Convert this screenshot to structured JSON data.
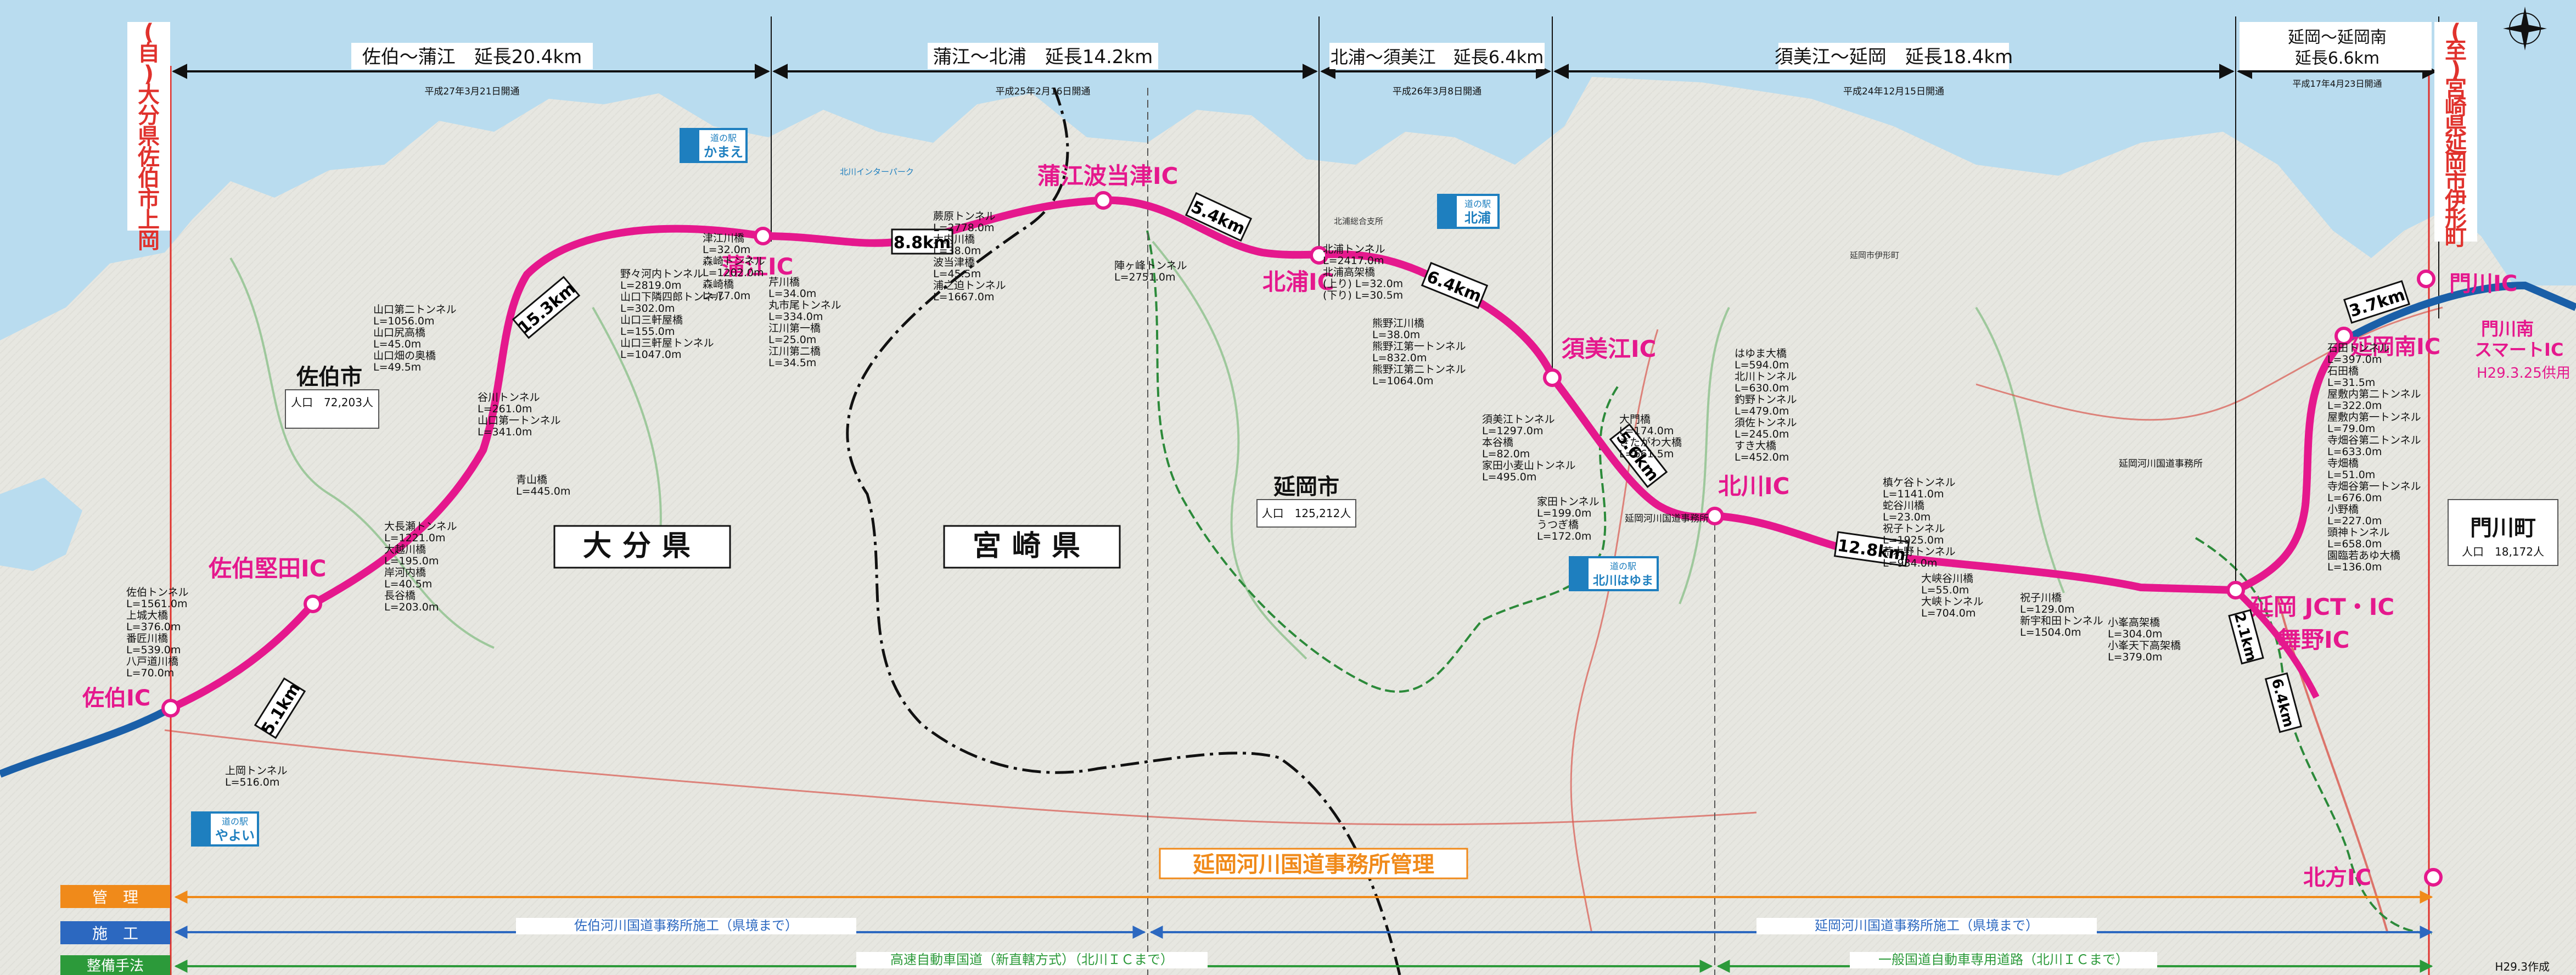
{
  "colors": {
    "sea": "#b9dcef",
    "land": "#e7e7e1",
    "expressway": "#e5188d",
    "existing": "#1a5fa8",
    "route": "#1e9646",
    "border_red": "#e0322d",
    "ic_label": "#e5188d",
    "dim_line": "#111111",
    "city_border": "#2c8a3a",
    "orange": "#f08a1a",
    "blue_bar": "#2c68c0",
    "green_bar": "#2c9a3a"
  },
  "boundary_labels": {
    "west": "(自)大分県佐伯市上岡",
    "east": "(至)宮崎県延岡市伊形町"
  },
  "segments": [
    {
      "label": "佐伯〜蒲江　延長20.4km",
      "opened": "平成27年3月21日開通"
    },
    {
      "label": "蒲江〜北浦　延長14.2km",
      "opened": "平成25年2月16日開通"
    },
    {
      "label": "北浦〜須美江　延長6.4km",
      "opened": "平成26年3月8日開通"
    },
    {
      "label": "須美江〜延岡　延長18.4km",
      "opened": "平成24年12月15日開通"
    },
    {
      "label": "延岡〜延岡南\n延長6.6km",
      "opened": "平成17年4月23日開通"
    }
  ],
  "interchanges": [
    {
      "name": "佐伯IC"
    },
    {
      "name": "佐伯堅田IC"
    },
    {
      "name": "蒲江IC"
    },
    {
      "name": "蒲江波当津IC"
    },
    {
      "name": "北浦IC"
    },
    {
      "name": "須美江IC"
    },
    {
      "name": "北川IC"
    },
    {
      "name": "延岡 JCT・IC"
    },
    {
      "name": "舞野IC"
    },
    {
      "name": "延岡南IC"
    },
    {
      "name": "門川IC"
    },
    {
      "name": "門川南\nスマートIC"
    },
    {
      "name": "北方IC"
    }
  ],
  "smart_ic_note": "H29.3.25供用",
  "distance_badges": [
    "5.1km",
    "15.3km",
    "8.8km",
    "5.4km",
    "6.4km",
    "5.6km",
    "12.8km",
    "2.1km",
    "6.4km",
    "3.7km"
  ],
  "prefectures": {
    "oita": "大分県",
    "miyazaki": "宮崎県"
  },
  "cities": [
    {
      "name": "佐伯市",
      "pop": "人口　72,203人"
    },
    {
      "name": "延岡市",
      "pop": "人口　125,212人"
    },
    {
      "name": "門川町",
      "pop": "人口　18,172人"
    }
  ],
  "michi_no_eki": [
    {
      "small": "道の駅",
      "name": "かまえ"
    },
    {
      "small": "道の駅",
      "name": "北浦"
    },
    {
      "small": "道の駅",
      "name": "北川はゆま"
    },
    {
      "small": "道の駅",
      "name": "やよい"
    }
  ],
  "structures": [
    {
      "group": "sa1",
      "items": [
        "佐伯トンネル",
        "L=1561.0m",
        "上城大橋",
        "L=376.0m",
        "番匠川橋",
        "L=539.0m",
        "八戸道川橋",
        "L=70.0m"
      ]
    },
    {
      "group": "sa2",
      "items": [
        "上岡トンネル",
        "L=516.0m"
      ]
    },
    {
      "group": "sa3",
      "items": [
        "大長瀬トンネル",
        "L=1221.0m",
        "大越川橋",
        "L=195.0m",
        "岸河内橋",
        "L=40.5m",
        "長谷橋",
        "L=203.0m"
      ]
    },
    {
      "group": "sa4",
      "items": [
        "青山橋",
        "L=445.0m"
      ]
    },
    {
      "group": "sa5",
      "items": [
        "谷川トンネル",
        "L=261.0m",
        "山口第一トンネル",
        "L=341.0m"
      ]
    },
    {
      "group": "sa6",
      "items": [
        "山口第二トンネル",
        "L=1056.0m",
        "山口尻高橋",
        "L=45.0m",
        "山口畑の奥橋",
        "L=49.5m"
      ]
    },
    {
      "group": "sa7",
      "items": [
        "野々河内トンネル",
        "L=2819.0m",
        "山口下隣四郎トンネル",
        "L=302.0m",
        "山口三軒屋橋",
        "L=155.0m",
        "山口三軒屋トンネル",
        "L=1047.0m"
      ]
    },
    {
      "group": "ka1",
      "items": [
        "津江川橋",
        "L=32.0m",
        "森崎トンネル",
        "L=1202.0m",
        "森崎橋",
        "L=77.0m"
      ]
    },
    {
      "group": "ka2",
      "items": [
        "芹川橋",
        "L=34.0m",
        "丸市尾トンネル",
        "L=334.0m",
        "江川第一橋",
        "L=25.0m",
        "江川第二橋",
        "L=34.5m"
      ]
    },
    {
      "group": "ka3",
      "items": [
        "蕨原トンネル",
        "L=2778.0m",
        "大内川橋",
        "L=38.0m",
        "波当津橋",
        "L=45.5m",
        "浦之迫トンネル",
        "L=1667.0m"
      ]
    },
    {
      "group": "ka4",
      "items": [
        "陣ヶ峰トンネル",
        "L=2751.0m"
      ]
    },
    {
      "group": "ki1",
      "items": [
        "北浦トンネル",
        "L=2417.0m",
        "北浦高架橋",
        "(上り) L=32.0m",
        "(下り) L=30.5m"
      ]
    },
    {
      "group": "ki2",
      "items": [
        "熊野江川橋",
        "L=38.0m",
        "熊野江第一トンネル",
        "L=832.0m",
        "熊野江第二トンネル",
        "L=1064.0m"
      ]
    },
    {
      "group": "su1",
      "items": [
        "須美江トンネル",
        "L=1297.0m",
        "本谷橋",
        "L=82.0m",
        "家田小麦山トンネル",
        "L=495.0m"
      ]
    },
    {
      "group": "su2",
      "items": [
        "家田トンネル",
        "L=199.0m",
        "うつぎ橋",
        "L=172.0m"
      ]
    },
    {
      "group": "su3",
      "items": [
        "大門橋",
        "L=174.0m",
        "きたがわ大橋",
        "L=661.5m"
      ]
    },
    {
      "group": "su4",
      "items": [
        "はゆま大橋",
        "L=594.0m",
        "北川トンネル",
        "L=630.0m",
        "釣野トンネル",
        "L=479.0m",
        "須佐トンネル",
        "L=245.0m",
        "すき大橋",
        "L=452.0m"
      ]
    },
    {
      "group": "no1",
      "items": [
        "槙ケ谷トンネル",
        "L=1141.0m",
        "蛇谷川橋",
        "L=23.0m",
        "祝子トンネル",
        "L=1925.0m",
        "荒木野トンネル",
        "L=934.0m"
      ]
    },
    {
      "group": "no2",
      "items": [
        "大峡谷川橋",
        "L=55.0m",
        "大峡トンネル",
        "L=704.0m"
      ]
    },
    {
      "group": "no3",
      "items": [
        "祝子川橋",
        "L=129.0m",
        "新宇和田トンネル",
        "L=1504.0m"
      ]
    },
    {
      "group": "no4",
      "items": [
        "小峯高架橋",
        "L=304.0m",
        "小峯天下高架橋",
        "L=379.0m"
      ]
    },
    {
      "group": "mk1",
      "items": [
        "石田トンネル",
        "L=397.0m",
        "石田橋",
        "L=31.5m",
        "屋敷内第二トンネル",
        "L=322.0m",
        "屋敷内第一トンネル",
        "L=79.0m",
        "寺畑谷第二トンネル",
        "L=633.0m",
        "寺畑橋",
        "L=51.0m",
        "寺畑谷第一トンネル",
        "L=676.0m",
        "小野橋",
        "L=227.0m",
        "頭神トンネル",
        "L=658.0m",
        "園臨若あゆ大橋",
        "L=136.0m"
      ]
    }
  ],
  "management": {
    "office": "延岡河川国道事務所管理",
    "row_labels": {
      "kanri": "管　理",
      "seko": "施　工",
      "seibi": "整備手法"
    },
    "seko_left": "佐伯河川国道事務所施工（県境まで）",
    "seko_right": "延岡河川国道事務所施工（県境まで）",
    "seibi_left": "高速自動車国道（新直轄方式）（北川ＩＣまで）",
    "seibi_right": "一般国道自動車専用道路（北川ＩＣまで）"
  },
  "small_labels": [
    "北浦総合支所",
    "延岡河川国道事務所",
    "延岡市伊形町",
    "延岡河川国道事務所",
    "北川インターパーク"
  ],
  "footer_date": "H29.3作成"
}
